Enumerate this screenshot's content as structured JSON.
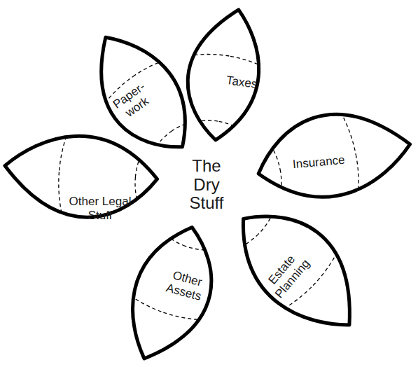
{
  "diagram": {
    "title": "The Dry Stuff",
    "nodes": [
      {
        "text": [
          "Taxes"
        ]
      },
      {
        "text": [
          "Insurance"
        ]
      },
      {
        "text": [
          "Estate Planning"
        ]
      },
      {
        "text": [
          "Other Assets"
        ]
      },
      {
        "text": [
          "Other Legal Stuff"
        ]
      },
      {
        "text": [
          "Paper- work"
        ]
      }
    ]
  }
}
